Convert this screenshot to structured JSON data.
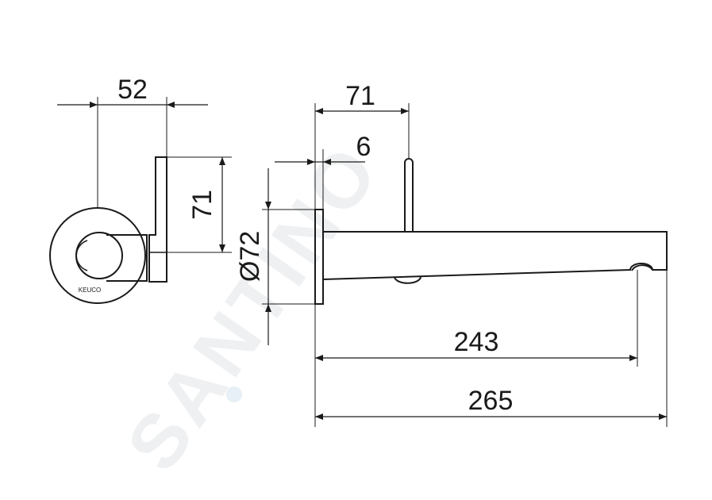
{
  "dimensions": {
    "width_52": "52",
    "height_71_side": "71",
    "width_71_top": "71",
    "offset_6": "6",
    "diameter": "Ø72",
    "length_243": "243",
    "length_265": "265"
  },
  "logo_text": "KEUCO",
  "watermark": {
    "text": "SANTINO",
    "color": "#eef0f2"
  }
}
